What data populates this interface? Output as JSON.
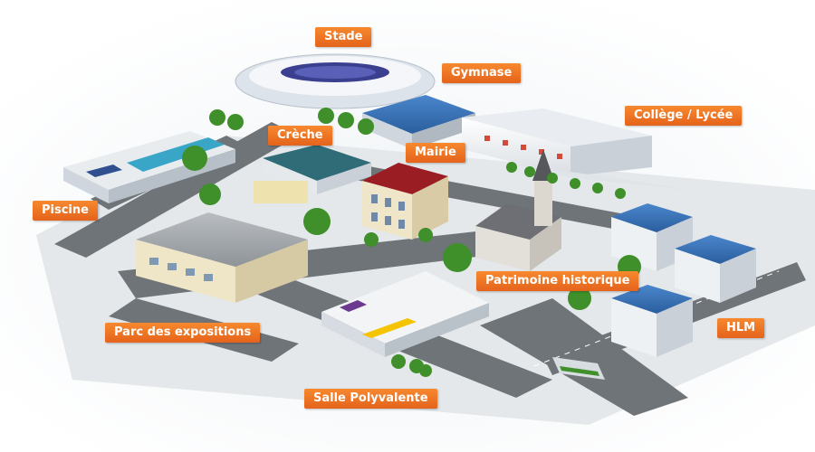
{
  "labels": {
    "stade": "Stade",
    "gymnase": "Gymnase",
    "college_lycee": "Collège / Lycée",
    "creche": "Crèche",
    "mairie": "Mairie",
    "piscine": "Piscine",
    "patrimoine": "Patrimoine historique",
    "hlm": "HLM",
    "parc_expositions": "Parc des expositions",
    "salle_polyvalente": "Salle Polyvalente"
  },
  "colors": {
    "label_orange": "#e8681e",
    "road_grey": "#6f7478",
    "roof_blue": "#2f6db5",
    "roof_red": "#9b1d24",
    "tree_green": "#3f8f2a"
  }
}
